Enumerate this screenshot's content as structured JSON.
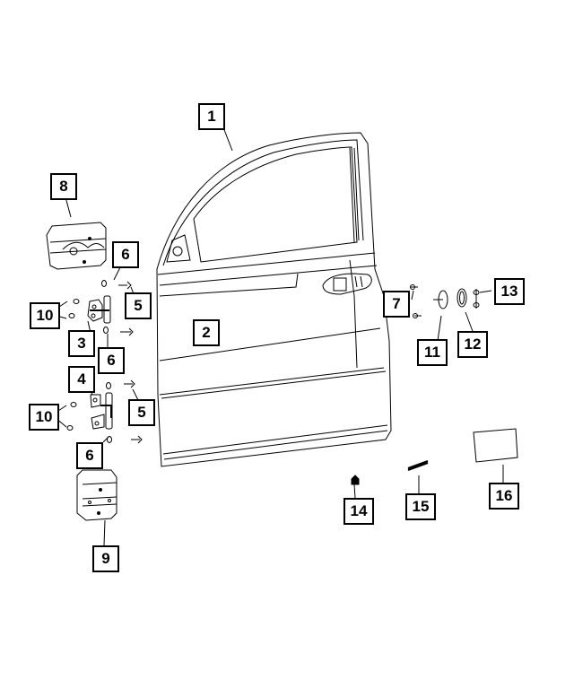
{
  "diagram": {
    "type": "exploded-parts-diagram",
    "subject": "Front door assembly",
    "stroke_color": "#000000",
    "background_color": "#ffffff"
  },
  "callouts": [
    {
      "number": "1",
      "part": "door shell"
    },
    {
      "number": "2",
      "part": "door outer panel"
    },
    {
      "number": "3",
      "part": "upper hinge"
    },
    {
      "number": "4",
      "part": "lower hinge"
    },
    {
      "number": "5",
      "part": "bolt (upper)"
    },
    {
      "number": "5",
      "part": "bolt (lower)"
    },
    {
      "number": "6",
      "part": "nut (upper top)"
    },
    {
      "number": "6",
      "part": "nut (upper bottom)"
    },
    {
      "number": "6",
      "part": "nut (lower)"
    },
    {
      "number": "7",
      "part": "screws"
    },
    {
      "number": "8",
      "part": "upper hinge cover"
    },
    {
      "number": "9",
      "part": "lower hinge cover"
    },
    {
      "number": "10",
      "part": "bolts (upper hinge)"
    },
    {
      "number": "10",
      "part": "bolts (lower hinge)"
    },
    {
      "number": "11",
      "part": "door check"
    },
    {
      "number": "12",
      "part": "seal"
    },
    {
      "number": "13",
      "part": "fastener"
    },
    {
      "number": "14",
      "part": "clip"
    },
    {
      "number": "15",
      "part": "pin"
    },
    {
      "number": "16",
      "part": "label"
    }
  ]
}
